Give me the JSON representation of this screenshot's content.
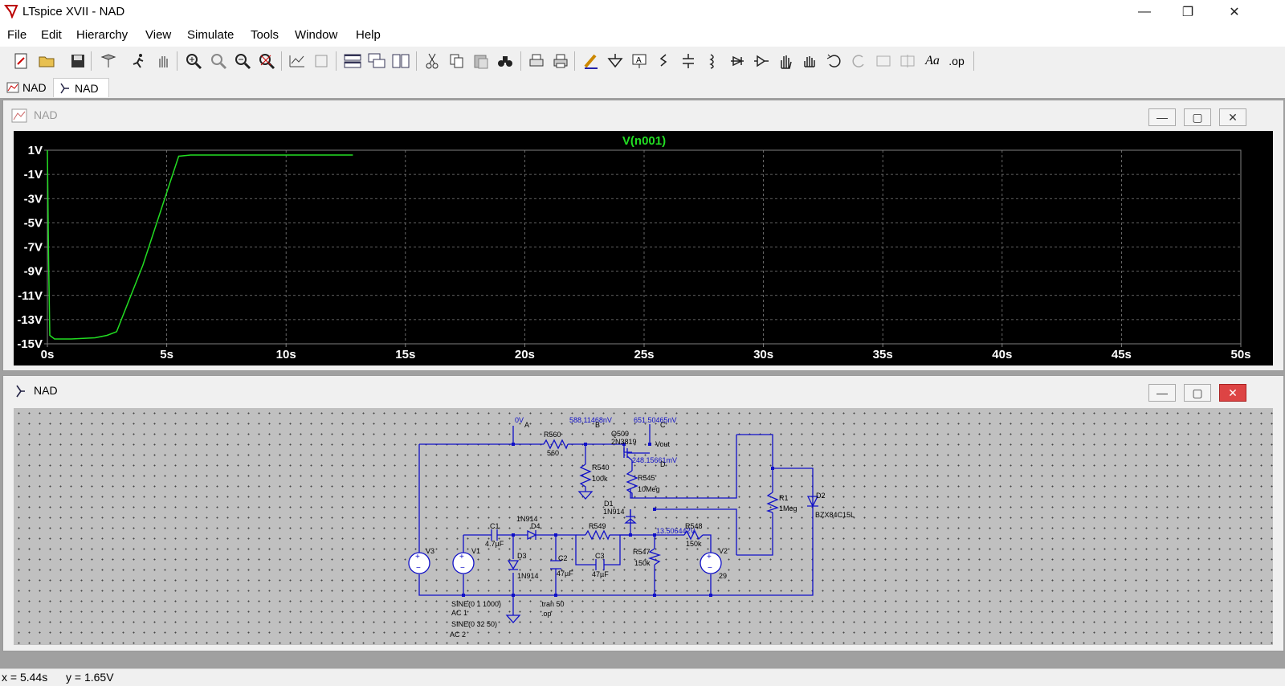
{
  "window": {
    "title": "LTspice XVII - NAD",
    "controls": {
      "minimize": "—",
      "maximize": "❐",
      "close": "✕"
    }
  },
  "menu": [
    "File",
    "Edit",
    "Hierarchy",
    "View",
    "Simulate",
    "Tools",
    "Window",
    "Help"
  ],
  "toolbar": {
    "icons": [
      "new-schematic-icon",
      "open-icon",
      "save-icon",
      "control-panel-icon",
      "run-icon",
      "halt-icon",
      "zoom-in-icon",
      "zoom-pan-icon",
      "zoom-out-icon",
      "zoom-fit-icon",
      "autorange-icon",
      "waveform-icon",
      "tile-horizontal-icon",
      "cascade-icon",
      "tile-vertical-icon",
      "cut-icon",
      "copy-icon",
      "paste-icon",
      "find-icon",
      "print-setup-icon",
      "print-icon",
      "draw-wire-icon",
      "ground-icon",
      "label-net-icon",
      "resistor-icon",
      "capacitor-icon",
      "inductor-icon",
      "diode-icon",
      "component-icon",
      "move-icon",
      "drag-icon",
      "undo-icon",
      "redo-icon",
      "rotate-icon",
      "mirror-icon",
      "text-icon",
      "spice-directive-icon"
    ],
    "text_buttons": {
      "text": "Aa",
      "directive": ".op"
    }
  },
  "tabs": [
    {
      "label": "NAD",
      "kind": "waveform"
    },
    {
      "label": "NAD",
      "kind": "schematic",
      "active": true
    }
  ],
  "plot_window": {
    "title": "NAD",
    "chart_data": {
      "type": "line",
      "title": "V(n001)",
      "series": [
        {
          "name": "V(n001)",
          "color": "#22dd22",
          "x": [
            0,
            0.05,
            0.1,
            0.3,
            1,
            2,
            2.5,
            2.9,
            3.1,
            4,
            5,
            5.5,
            6,
            12.8
          ],
          "y": [
            1,
            -8,
            -14.3,
            -14.6,
            -14.6,
            -14.5,
            -14.3,
            -14.0,
            -13.0,
            -8.5,
            -2.5,
            0.5,
            0.6,
            0.6
          ]
        }
      ],
      "x_ticks": [
        "0s",
        "5s",
        "10s",
        "15s",
        "20s",
        "25s",
        "30s",
        "35s",
        "40s",
        "45s",
        "50s"
      ],
      "y_ticks": [
        "1V",
        "-1V",
        "-3V",
        "-5V",
        "-7V",
        "-9V",
        "-11V",
        "-13V",
        "-15V"
      ],
      "xlim": [
        0,
        50
      ],
      "ylim": [
        -15,
        1
      ],
      "grid": true,
      "background": "#000000",
      "axis_color": "#808080",
      "label_color": "#ffffff"
    }
  },
  "schematic_window": {
    "title": "NAD",
    "labels": {
      "node_a": "0V",
      "node_a_letter": "A",
      "node_b": "588.11468nV",
      "node_b_letter": "B",
      "node_c": "651.50465nV",
      "node_c_letter": "C",
      "node_d": "248.15661mV",
      "node_d_letter": "D",
      "node_e": "13.506442V",
      "r560": "R560",
      "r560_val": "560",
      "r540": "R540",
      "r540_val": "100k",
      "r545": "R545",
      "r545_val": "10Meg",
      "q509": "Q509",
      "q509_model": "2N3819",
      "vout": "Vout",
      "r1": "R1",
      "r1_val": "1Meg",
      "d2": "D2",
      "d2_model": "BZX84C15L",
      "d1": "D1",
      "d1_model": "1N914",
      "d4": "D4",
      "d4_model": "1N914",
      "d3": "D3",
      "d3_model": "1N914",
      "c1": "C1",
      "c1_val": "4.7µF",
      "c2": "C2",
      "c2_val": "47µF",
      "c3": "C3",
      "c3_val": "47µF",
      "r549": "R549",
      "r547": "R547",
      "r547_val": "150k",
      "r548": "R548",
      "r548_val": "150k",
      "v1": "V1",
      "v2": "V2",
      "v2_val": "29",
      "v3": "V3",
      "v1_spec": "SINE(0 1 1000)",
      "v1_ac": "AC 1",
      "v3_spec": "SINE(0 32 50)",
      "v3_ac": "AC 2",
      "tran": ".tran 50",
      "op": ".op"
    }
  },
  "status": {
    "x": "x = 5.44s",
    "y": "y = 1.65V"
  }
}
